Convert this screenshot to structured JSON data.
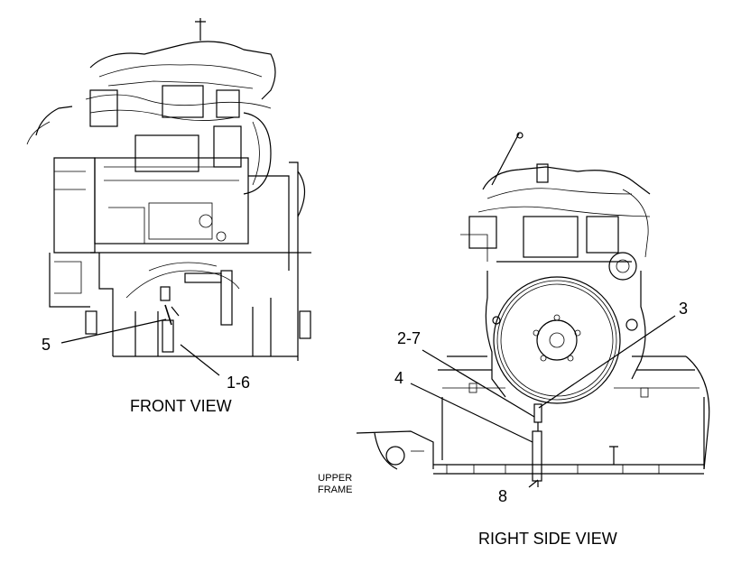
{
  "views": {
    "front": "FRONT VIEW",
    "right_side": "RIGHT SIDE VIEW"
  },
  "callouts": {
    "c5": "5",
    "c1_6": "1-6",
    "c3": "3",
    "c2_7": "2-7",
    "c4": "4",
    "c8": "8"
  },
  "upper_frame": {
    "line1": "UPPER",
    "line2": "FRAME"
  }
}
